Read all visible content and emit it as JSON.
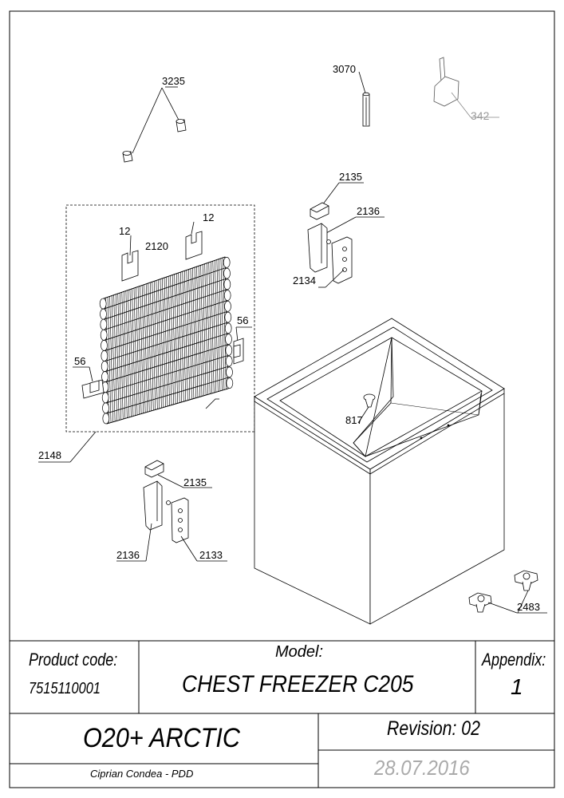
{
  "callouts": {
    "c3235": "3235",
    "c3070": "3070",
    "c342": "342",
    "c2135_top": "2135",
    "c2136_top": "2136",
    "c2134": "2134",
    "c12_left": "12",
    "c12_right": "12",
    "c2120": "2120",
    "c56_right": "56",
    "c56_left": "56",
    "c817": "817",
    "c2148": "2148",
    "c2135_bottom": "2135",
    "c2136_bottom": "2136",
    "c2133": "2133",
    "c2483": "2483"
  },
  "title_block": {
    "product_code_label": "Product code:",
    "product_code_value": "7515110001",
    "model_label": "Model:",
    "model_value": "CHEST FREEZER C205",
    "appendix_label": "Appendix:",
    "appendix_value": "1",
    "series": "O20+ ARCTIC",
    "revision": "Revision: 02",
    "author": "Ciprian Condea - PDD",
    "date": "28.07.2016"
  }
}
